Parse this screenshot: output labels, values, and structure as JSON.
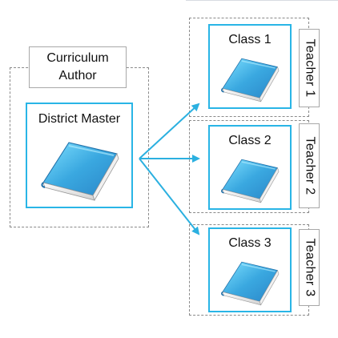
{
  "author": {
    "label_line1": "Curriculum",
    "label_line2": "Author",
    "master_title": "District Master"
  },
  "classes": [
    {
      "title": "Class 1",
      "teacher": "Teacher 1"
    },
    {
      "title": "Class 2",
      "teacher": "Teacher 2"
    },
    {
      "title": "Class 3",
      "teacher": "Teacher 3"
    }
  ],
  "colors": {
    "accent": "#29b5e6",
    "arrow": "#2bb0e0",
    "dashed_border": "#8a8a8a",
    "book_cover": "#2a86c8",
    "book_pages": "#f0f0f0"
  },
  "icons": [
    "book-icon",
    "arrow-icon"
  ]
}
